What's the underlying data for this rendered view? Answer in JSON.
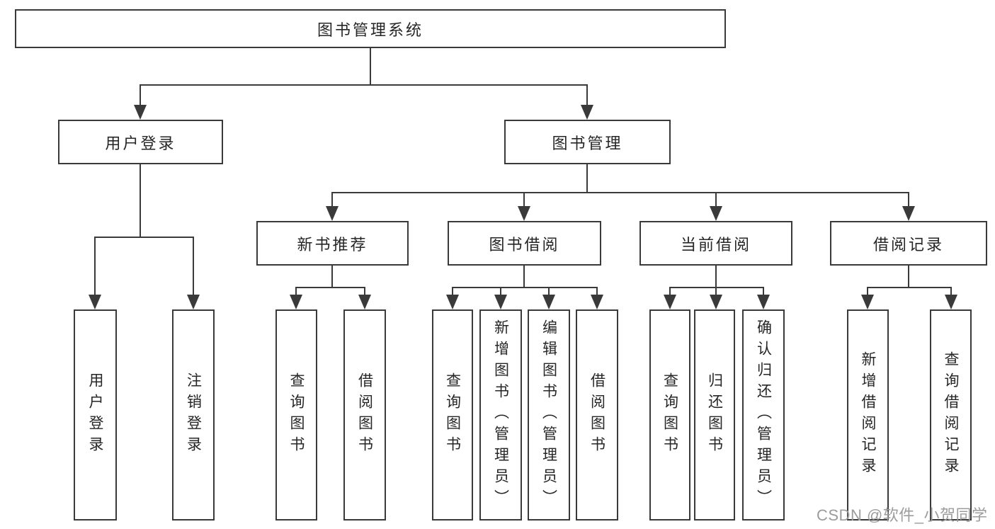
{
  "diagram": {
    "title": "图书管理系统",
    "nodes": [
      {
        "id": "library-management-system",
        "label": "图书管理系统",
        "level": 1,
        "parent": null
      },
      {
        "id": "user-login",
        "label": "用户登录",
        "level": 2,
        "parent": "library-management-system"
      },
      {
        "id": "book-management",
        "label": "图书管理",
        "level": 2,
        "parent": "library-management-system"
      },
      {
        "id": "new-book-recommend",
        "label": "新书推荐",
        "level": 3,
        "parent": "book-management"
      },
      {
        "id": "book-borrowing",
        "label": "图书借阅",
        "level": 3,
        "parent": "book-management"
      },
      {
        "id": "current-borrowing",
        "label": "当前借阅",
        "level": 3,
        "parent": "book-management"
      },
      {
        "id": "borrowing-records",
        "label": "借阅记录",
        "level": 3,
        "parent": "book-management"
      },
      {
        "id": "user-login-leaf",
        "label": "用户登录",
        "level": 4,
        "parent": "user-login"
      },
      {
        "id": "logout-leaf",
        "label": "注销登录",
        "level": 4,
        "parent": "user-login"
      },
      {
        "id": "nb-query-books",
        "label": "查询图书",
        "level": 4,
        "parent": "new-book-recommend"
      },
      {
        "id": "nb-borrow-books",
        "label": "借阅图书",
        "level": 4,
        "parent": "new-book-recommend"
      },
      {
        "id": "bb-query-books",
        "label": "查询图书",
        "level": 4,
        "parent": "book-borrowing"
      },
      {
        "id": "bb-add-books-admin",
        "label": "新增图书（管理员）",
        "level": 4,
        "parent": "book-borrowing"
      },
      {
        "id": "bb-edit-books-admin",
        "label": "编辑图书（管理员）",
        "level": 4,
        "parent": "book-borrowing"
      },
      {
        "id": "bb-borrow-books",
        "label": "借阅图书",
        "level": 4,
        "parent": "book-borrowing"
      },
      {
        "id": "cb-query-books",
        "label": "查询图书",
        "level": 4,
        "parent": "current-borrowing"
      },
      {
        "id": "cb-return-books",
        "label": "归还图书",
        "level": 4,
        "parent": "current-borrowing"
      },
      {
        "id": "cb-confirm-return-admin",
        "label": "确认归还（管理员）",
        "level": 4,
        "parent": "current-borrowing"
      },
      {
        "id": "br-add-record",
        "label": "新增借阅记录",
        "level": 4,
        "parent": "borrowing-records"
      },
      {
        "id": "br-query-record",
        "label": "查询借阅记录",
        "level": 4,
        "parent": "borrowing-records"
      }
    ]
  },
  "watermark": {
    "text": "CSDN @软件_小贺同学"
  },
  "colors": {
    "line": "#3a3a3a",
    "box_border": "#3a3a3a",
    "text": "#262626",
    "watermark": "#9c9c9c",
    "background": "#ffffff"
  }
}
